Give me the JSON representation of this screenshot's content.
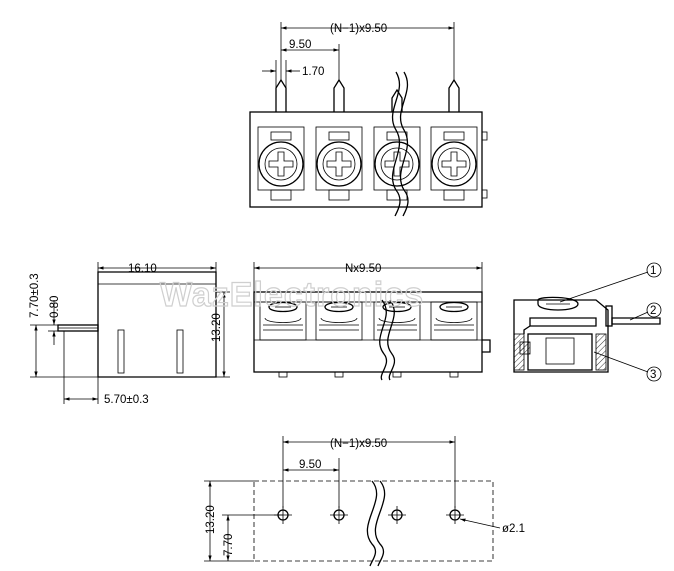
{
  "watermark": "WazElectronics",
  "top_view": {
    "dim_total": "(N−1)x9.50",
    "dim_pitch": "9.50",
    "dim_pin": "1.70"
  },
  "front_view": {
    "dim_total": "Nx9.50"
  },
  "side_view": {
    "dim_height_pin": "7.70±0.3",
    "dim_pin_thickness": "0.80",
    "dim_depth": "16.10",
    "dim_height": "13.20",
    "dim_pin_offset": "5.70±0.3"
  },
  "section_view": {
    "callouts": [
      "1",
      "2",
      "3"
    ]
  },
  "footprint": {
    "dim_total": "(N−1)x9.50",
    "dim_pitch": "9.50",
    "dim_height": "13.20",
    "dim_row": "7.70",
    "dim_hole": "ø2.1"
  }
}
